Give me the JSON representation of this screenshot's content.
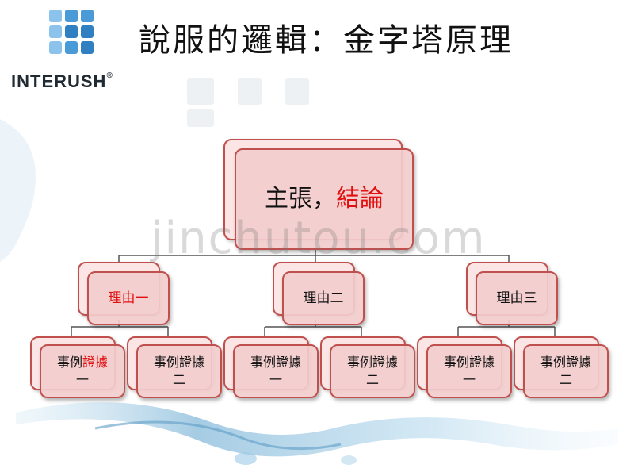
{
  "brand": {
    "name": "INTERUSH",
    "mark": "®"
  },
  "slide": {
    "title": "說服的邏輯：金字塔原理",
    "watermark": "jinchutou.com"
  },
  "pyramid": {
    "top": {
      "text": "主張，",
      "highlight": "結論"
    },
    "reasons": [
      {
        "text": "",
        "highlight": "理由一"
      },
      {
        "text": "理由二",
        "highlight": ""
      },
      {
        "text": "理由三",
        "highlight": ""
      }
    ],
    "evidence": [
      {
        "line1": "事例",
        "line1_highlight": "證據",
        "line2": "一"
      },
      {
        "line1": "事例證據",
        "line1_highlight": "",
        "line2": "二"
      },
      {
        "line1": "事例證據",
        "line1_highlight": "",
        "line2": "一"
      },
      {
        "line1": "事例證據",
        "line1_highlight": "",
        "line2": "二"
      },
      {
        "line1": "事例證據",
        "line1_highlight": "",
        "line2": "一"
      },
      {
        "line1": "事例證據",
        "line1_highlight": "",
        "line2": "二"
      }
    ]
  },
  "colors": {
    "node_border": "#c0504d",
    "node_fill": "#f3cdcd",
    "highlight": "#e01010",
    "logo_blue": "#2f7fc1"
  }
}
